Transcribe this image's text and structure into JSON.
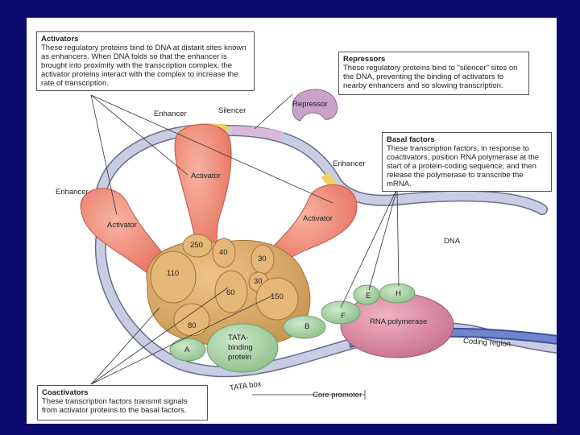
{
  "callouts": {
    "activators": {
      "title": "Activators",
      "body": "These regulatory proteins bind to DNA at distant sites known as enhancers. When DNA folds so that the enhancer is brought into proximity with the transcription complex, the activator proteins interact with the complex to increase the rate of transcription."
    },
    "repressors": {
      "title": "Repressors",
      "body": "These regulatory proteins bind to \"silencer\" sites on the DNA, preventing the binding of activators to nearby enhancers and so slowing transcription."
    },
    "basal_factors": {
      "title": "Basal factors",
      "body": "These transcription factors, in response to coactivators, position RNA polymerase at the start of a protein-coding sequence, and then release the polymerase to transcribe the mRNA."
    },
    "coactivators": {
      "title": "Coactivators",
      "body": "These transcription factors transmit signals from activator proteins to the basal factors."
    }
  },
  "labels": {
    "enhancer_top": "Enhancer",
    "silencer": "Silencer",
    "repressor": "Repressor",
    "enhancer_right": "Enhancer",
    "enhancer_left": "Enhancer",
    "activator_left": "Activator",
    "activator_center": "Activator",
    "activator_right": "Activator",
    "dna": "DNA",
    "coding_region": "Coding region",
    "tata_box": "TATA box",
    "core_promoter": "Core promoter",
    "rna_polymerase": "RNA polymerase",
    "tata_binding_1": "TATA-",
    "tata_binding_2": "binding",
    "tata_binding_3": "protein",
    "factor_a": "A",
    "factor_b": "B",
    "factor_e": "E",
    "factor_f": "F",
    "factor_h": "H",
    "sub_250": "250",
    "sub_40": "40",
    "sub_30a": "30",
    "sub_30b": "30",
    "sub_110": "110",
    "sub_60": "60",
    "sub_150": "150",
    "sub_80": "80"
  },
  "colors": {
    "background": "#0b0b6e",
    "dna": "#b9bfd9",
    "activator": "#f08a7a",
    "enhancer": "#f0d060",
    "coactivator": "#d9a95e",
    "basal_factor": "#a9d3a6",
    "rna_polymerase": "#d98aa4",
    "repressor": "#c9a2c9"
  }
}
